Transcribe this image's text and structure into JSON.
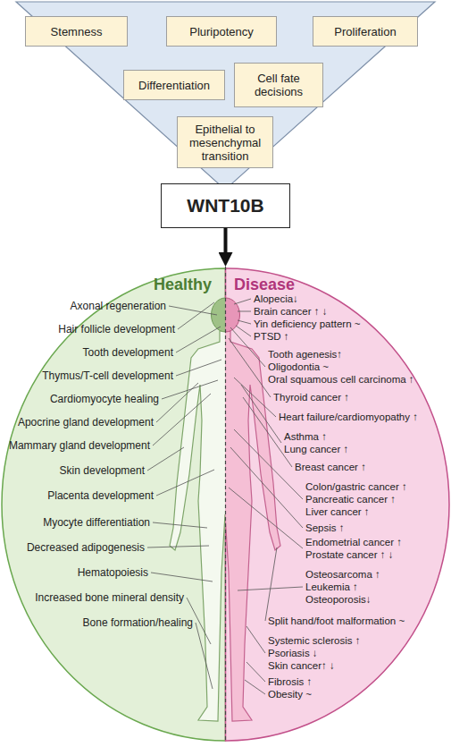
{
  "diagram": {
    "nodes": [
      {
        "text": [
          "Stemness"
        ]
      },
      {
        "text": [
          "Pluripotency"
        ]
      },
      {
        "text": [
          "Proliferation"
        ]
      },
      {
        "text": [
          "Differentiation"
        ]
      },
      {
        "text": [
          "Cell fate decisions"
        ]
      },
      {
        "text": [
          "Epithelial to mesenchymal transition"
        ]
      },
      {
        "text": [
          "WNT10B"
        ]
      },
      {
        "text": [
          "Healthy",
          "Disease"
        ]
      }
    ],
    "edges": [
      {
        "from": 6,
        "to": 7,
        "arrow": "to"
      }
    ],
    "labels": [
      "Axonal regeneration",
      "Hair follicle development",
      "Tooth development",
      "Thymus/T-cell development",
      "Cardiomyocyte healing",
      "Apocrine gland development",
      "Mammary gland development",
      "Skin development",
      "Placenta development",
      "Myocyte differentiation",
      "Decreased adipogenesis",
      "Hematopoiesis",
      "Increased bone mineral density",
      "Bone formation/healing",
      "Alopecia↓",
      "Brain cancer ↑ ↓",
      "Yin deficiency pattern ~",
      "PTSD ↑",
      "Tooth agenesis↑",
      "Oligodontia ~",
      "Oral squamous cell carcinoma ↑",
      "Thyroid cancer ↑",
      "Heart failure/cardiomyopathy ↑",
      "Asthma ↑",
      "Lung cancer ↑",
      "Breast cancer ↑",
      "Colon/gastric cancer ↑",
      "Pancreatic cancer ↑",
      "Liver cancer ↑",
      "Sepsis ↑",
      "Endometrial cancer ↑",
      "Prostate cancer ↑ ↓",
      "Osteosarcoma ↑",
      "Leukemia ↑",
      "Osteoporosis↓",
      "Split hand/foot malformation ~",
      "Systemic sclerosis ↑",
      "Psoriasis ↓",
      "Skin cancer↑ ↓",
      "Fibrosis ↑",
      "Obesity ~"
    ]
  }
}
